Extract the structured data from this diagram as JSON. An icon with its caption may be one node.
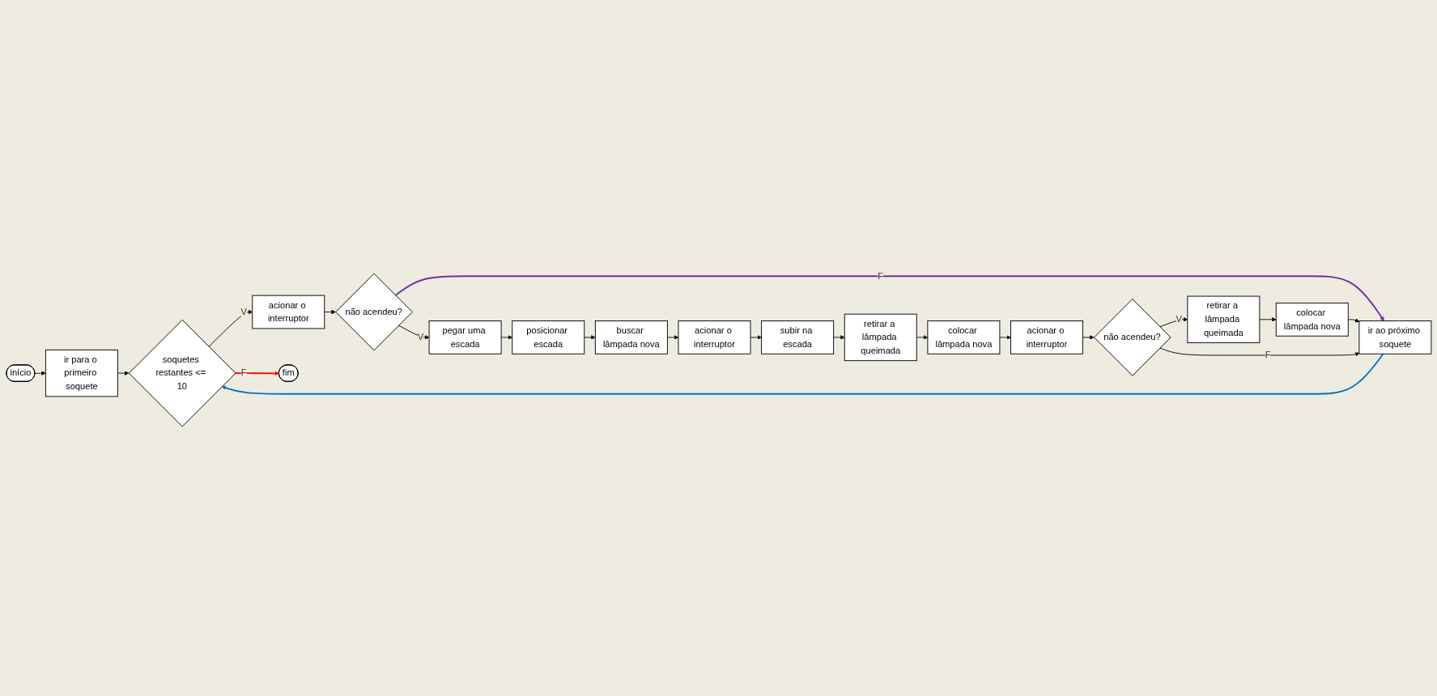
{
  "diagram": {
    "nodes": [
      {
        "text": [
          "início"
        ]
      },
      {
        "text": [
          "ir para o primeiro soquete"
        ]
      },
      {
        "text": [
          "soquetes restantes <= 10"
        ]
      },
      {
        "text": [
          "acionar o interruptor"
        ]
      },
      {
        "text": [
          "não acendeu?"
        ]
      },
      {
        "text": [
          "pegar uma escada"
        ]
      },
      {
        "text": [
          "posicionar escada"
        ]
      },
      {
        "text": [
          "buscar lâmpada nova"
        ]
      },
      {
        "text": [
          "acionar o interruptor"
        ]
      },
      {
        "text": [
          "subir na escada"
        ]
      },
      {
        "text": [
          "retirar a lâmpada queimada"
        ]
      },
      {
        "text": [
          "colocar lâmpada nova"
        ]
      },
      {
        "text": [
          "acionar o interruptor"
        ]
      },
      {
        "text": [
          "não acendeu?"
        ]
      },
      {
        "text": [
          "retirar a lâmpada queimada"
        ]
      },
      {
        "text": [
          "colocar lâmpada nova"
        ]
      },
      {
        "text": [
          "ir ao próximo soquete"
        ]
      },
      {
        "text": [
          "fim"
        ]
      }
    ],
    "edges": [
      {
        "from": 0,
        "to": 1,
        "arrow": "to"
      },
      {
        "from": 1,
        "to": 2,
        "arrow": "to"
      },
      {
        "from": 2,
        "to": 3,
        "arrow": "to",
        "label": "V"
      },
      {
        "from": 2,
        "to": 17,
        "arrow": "to",
        "label": "F",
        "color": "#ff0000"
      },
      {
        "from": 3,
        "to": 4,
        "arrow": "to"
      },
      {
        "from": 4,
        "to": 5,
        "arrow": "to",
        "label": "V"
      },
      {
        "from": 4,
        "to": 16,
        "arrow": "to",
        "label": "F",
        "color": "#7030a0"
      },
      {
        "from": 5,
        "to": 6,
        "arrow": "to"
      },
      {
        "from": 6,
        "to": 7,
        "arrow": "to"
      },
      {
        "from": 7,
        "to": 8,
        "arrow": "to"
      },
      {
        "from": 8,
        "to": 9,
        "arrow": "to"
      },
      {
        "from": 9,
        "to": 10,
        "arrow": "to"
      },
      {
        "from": 10,
        "to": 11,
        "arrow": "to"
      },
      {
        "from": 11,
        "to": 12,
        "arrow": "to"
      },
      {
        "from": 12,
        "to": 13,
        "arrow": "to"
      },
      {
        "from": 13,
        "to": 14,
        "arrow": "to",
        "label": "V"
      },
      {
        "from": 14,
        "to": 15,
        "arrow": "to"
      },
      {
        "from": 15,
        "to": 16,
        "arrow": "to"
      },
      {
        "from": 13,
        "to": 16,
        "arrow": "to",
        "label": "F"
      },
      {
        "from": 16,
        "to": 2,
        "arrow": "to",
        "color": "#0070c0"
      }
    ]
  }
}
